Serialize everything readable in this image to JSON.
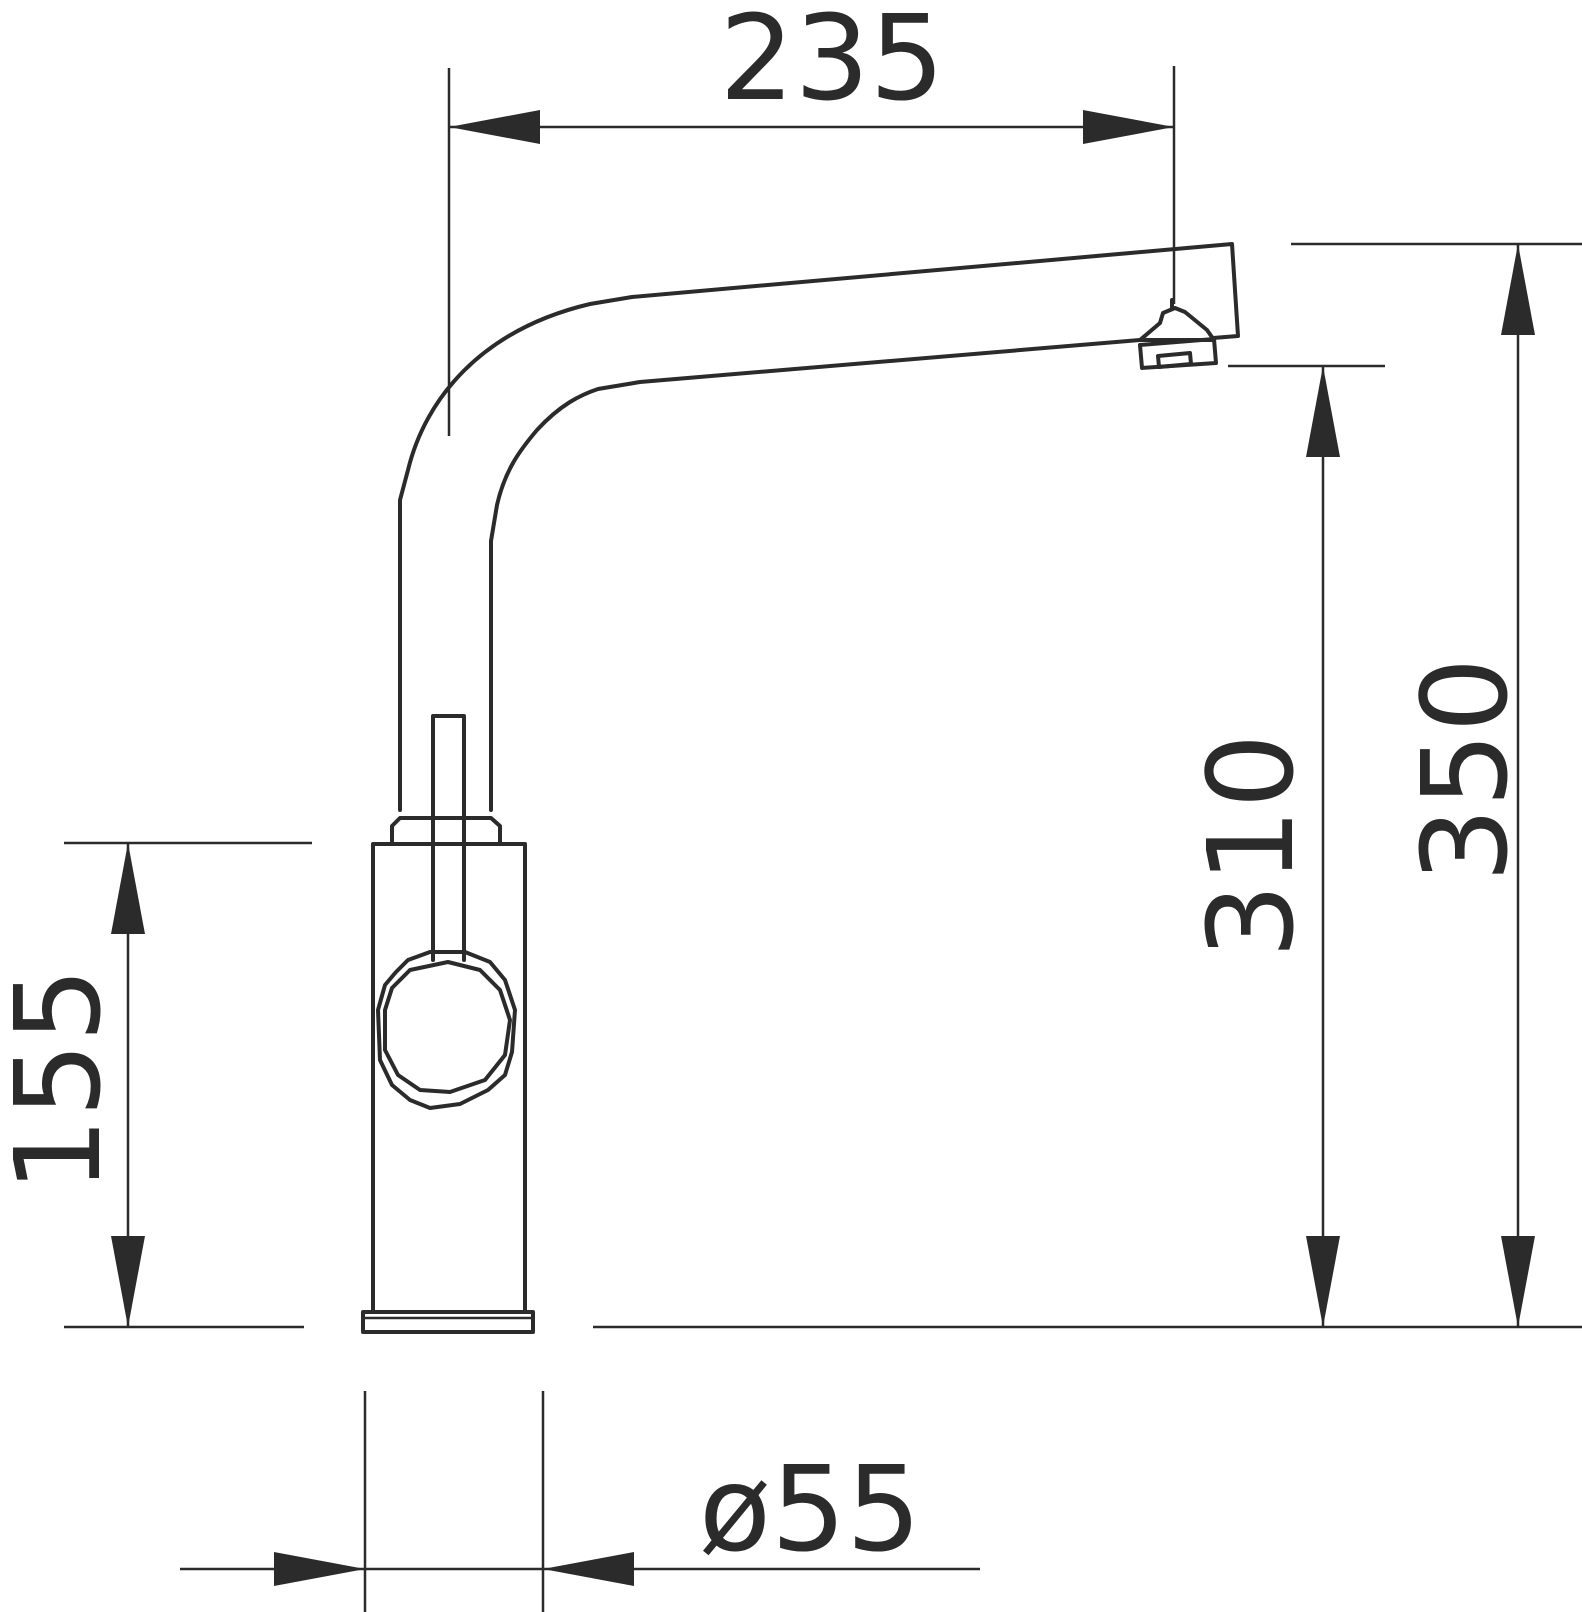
{
  "drawing": {
    "subject": "kitchen-faucet-side-view",
    "line_color": "#2b2b2b",
    "background": "#ffffff"
  },
  "dimensions": {
    "spout_reach": "235",
    "base_height": "155",
    "outlet_height": "310",
    "total_height": "350",
    "base_diameter": "ø55"
  }
}
